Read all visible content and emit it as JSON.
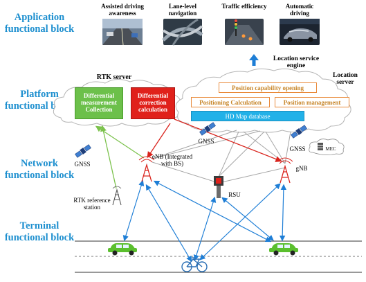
{
  "blocks": {
    "application": "Application functional block",
    "platform": "Platform functional block",
    "network": "Network functional block",
    "terminal": "Terminal functional block"
  },
  "application_items": [
    {
      "label": "Assisted driving awareness"
    },
    {
      "label": "Lane-level navigation"
    },
    {
      "label": "Traffic efficiency"
    },
    {
      "label": "Automatic driving"
    }
  ],
  "location_service_engine": "Location service engine",
  "location_server": "Location server",
  "rtk_server": "RTK server",
  "rtk_boxes": {
    "measurement": "Differential measurement Collection",
    "correction": "Differential correction calculation"
  },
  "location_boxes": {
    "capability": "Position capability opening",
    "calculation": "Positioning Calculation",
    "management": "Position management",
    "hd_map": "HD Map database"
  },
  "network": {
    "gnss_left": "GNSS",
    "gnss_center": "GNSS",
    "gnss_right": "GNSS",
    "mec": "MEC",
    "enb": "eNB (Integrated with BS)",
    "gnb": "gNB",
    "rsu": "RSU",
    "rtk_station": "RTK reference station"
  },
  "colors": {
    "block_label": "#1d8fcf",
    "green_box": "#6cc04a",
    "red_box": "#e0211b",
    "cyan_box": "#22b1e8",
    "orange_border": "#e98a3a",
    "capability_text": "#c8862a",
    "blue_arrow": "#1e7ed6",
    "red_line": "#d9231c",
    "green_line": "#7cc24d"
  },
  "icons": [
    "satellite-icon",
    "antenna-tower-icon",
    "car-icon",
    "bicycle-icon",
    "cloud-icon",
    "server-icon",
    "up-arrow-icon"
  ]
}
